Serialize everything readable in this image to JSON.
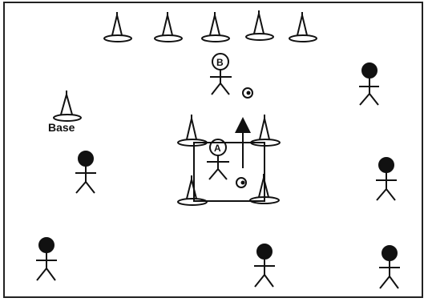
{
  "field": {
    "cones_top_row": 5,
    "base_label": "Base",
    "player_a_label": "A",
    "player_b_label": "B",
    "solid_players": 6,
    "grid_cones": 4
  }
}
